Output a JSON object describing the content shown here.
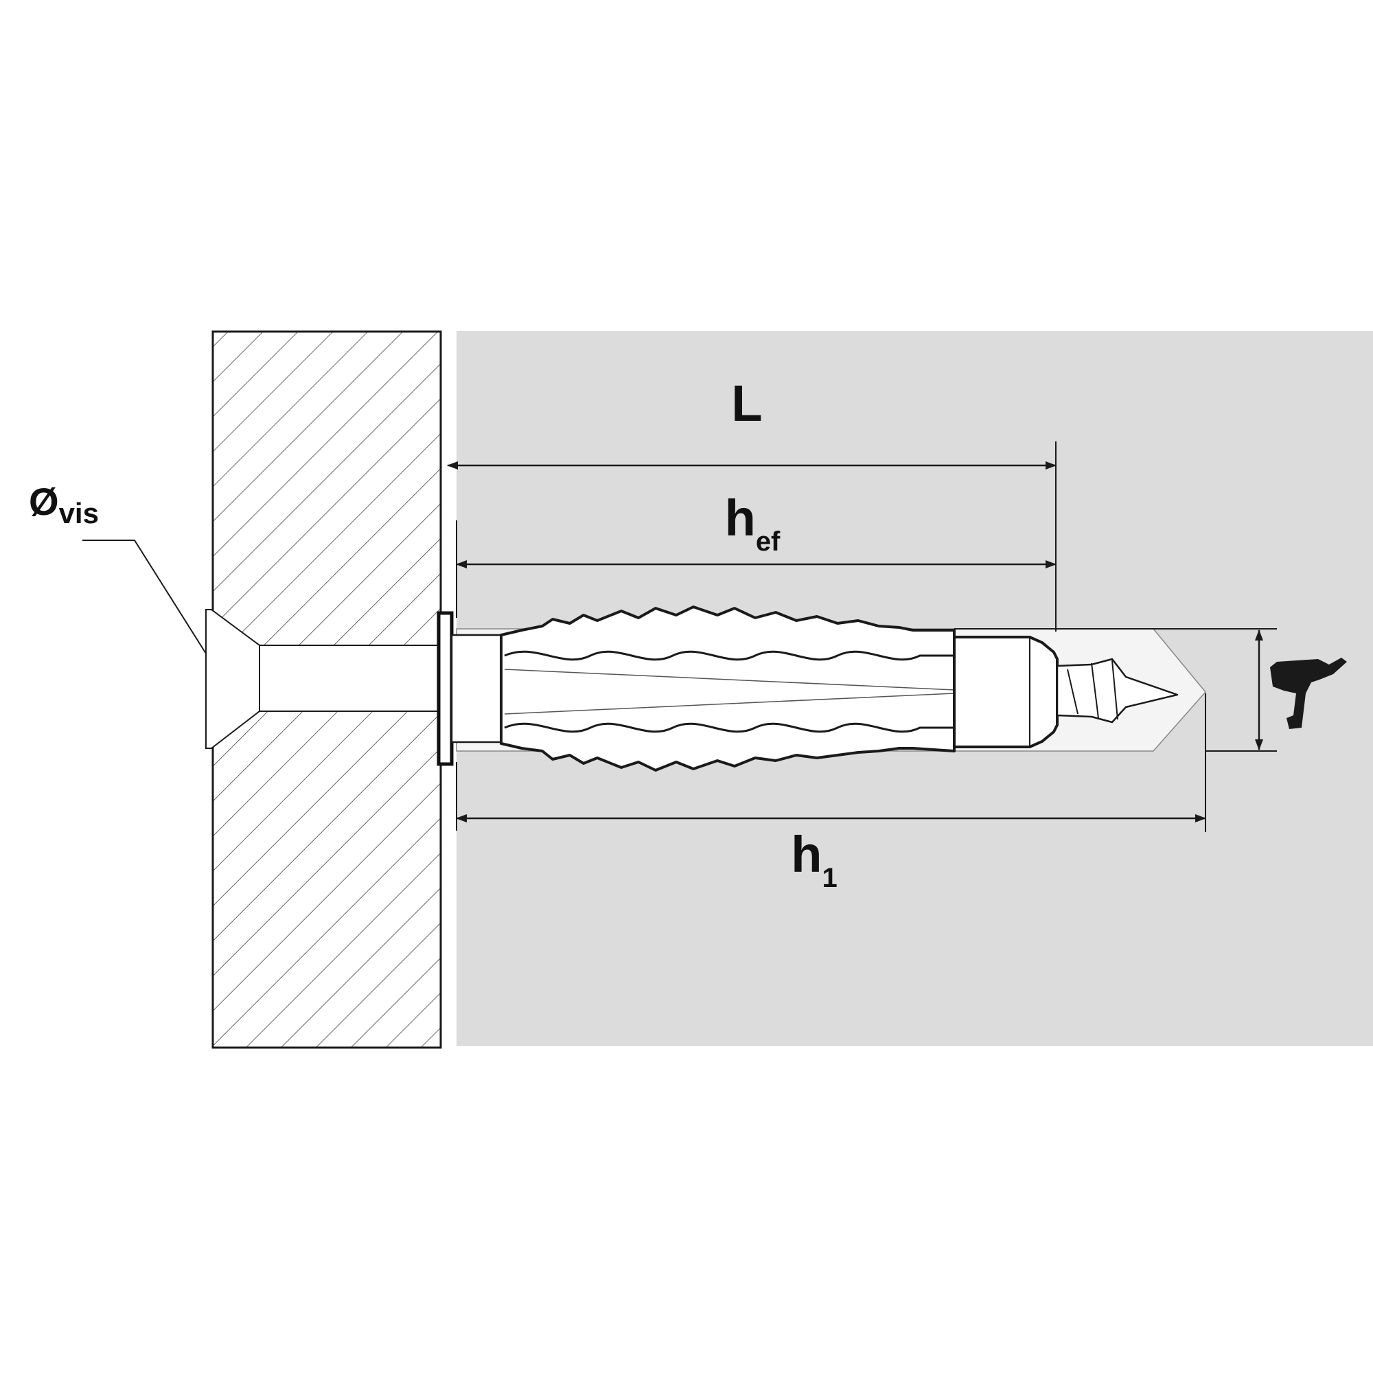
{
  "diagram": {
    "labels": {
      "screw_diameter_main": "Ø",
      "screw_diameter_sub": "vis",
      "length": "L",
      "effective_depth_main": "h",
      "effective_depth_sub": "ef",
      "drill_depth_main": "h",
      "drill_depth_sub": "1"
    },
    "icons": [
      "drill-icon"
    ],
    "colors": {
      "base_material": "#dcdcdc",
      "fixture_hatch": "#555555",
      "outline": "#1a1a1a",
      "background": "#ffffff"
    }
  }
}
